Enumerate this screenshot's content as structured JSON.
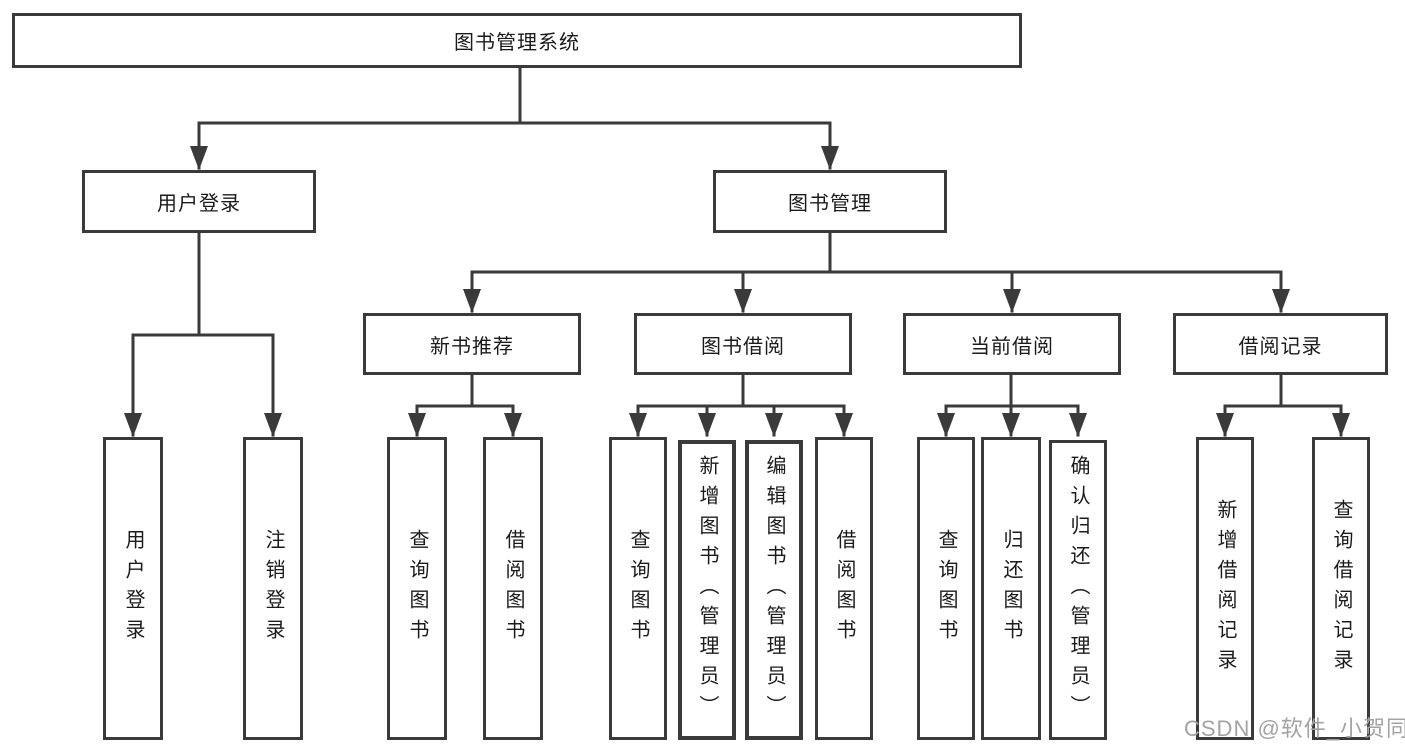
{
  "diagram": {
    "title": "图书管理系统",
    "branches": [
      {
        "label": "用户登录",
        "children": [
          {
            "label": "用户登录"
          },
          {
            "label": "注销登录"
          }
        ]
      },
      {
        "label": "图书管理",
        "children": [
          {
            "label": "新书推荐",
            "children": [
              {
                "label": "查询图书"
              },
              {
                "label": "借阅图书"
              }
            ]
          },
          {
            "label": "图书借阅",
            "children": [
              {
                "label": "查询图书"
              },
              {
                "label": "新增图书（管理员）"
              },
              {
                "label": "编辑图书（管理员）"
              },
              {
                "label": "借阅图书"
              }
            ]
          },
          {
            "label": "当前借阅",
            "children": [
              {
                "label": "查询图书"
              },
              {
                "label": "归还图书"
              },
              {
                "label": "确认归还（管理员）"
              }
            ]
          },
          {
            "label": "借阅记录",
            "children": [
              {
                "label": "新增借阅记录"
              },
              {
                "label": "查询借阅记录"
              }
            ]
          }
        ]
      }
    ]
  },
  "watermark": {
    "text": "CSDN @软件_小贺同学"
  },
  "colors": {
    "background": "#ffffff",
    "box_border": "#3a3a3a",
    "connector": "#3a3a3a",
    "text": "#1b1b1b",
    "watermark": "#a3a3a3"
  }
}
